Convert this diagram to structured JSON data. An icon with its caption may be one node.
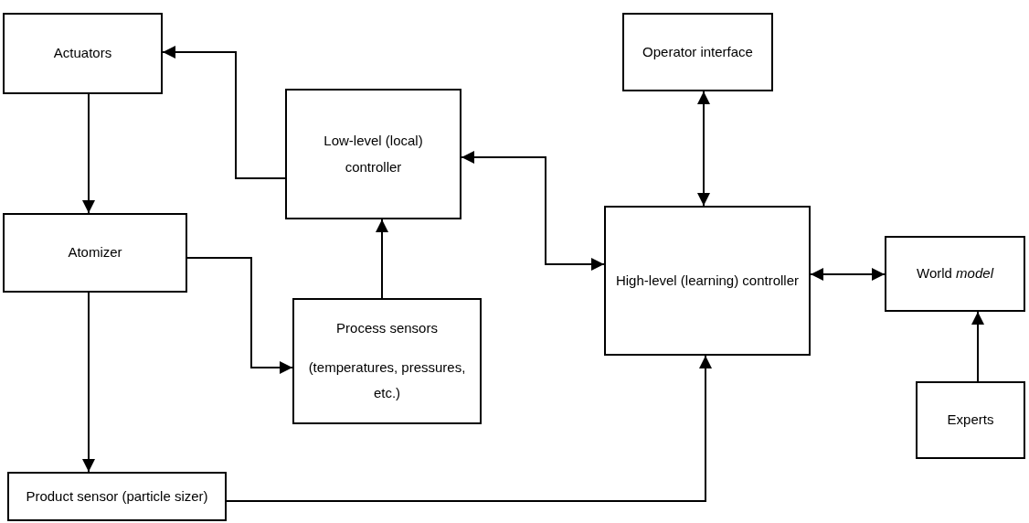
{
  "diagram": {
    "nodes": [
      {
        "text": [
          "Actuators"
        ]
      },
      {
        "text": [
          "Low-level (local) controller"
        ]
      },
      {
        "text": [
          "Operator interface"
        ]
      },
      {
        "text": [
          "Atomizer"
        ]
      },
      {
        "text": [
          "Process sensors",
          "(temperatures, pressures, etc.)"
        ]
      },
      {
        "text": [
          "High-level (learning) controller"
        ]
      },
      {
        "text": [
          "World *model*"
        ]
      },
      {
        "text": [
          "Experts"
        ]
      },
      {
        "text": [
          "Product sensor (particle sizer)"
        ]
      }
    ],
    "edges": [
      {
        "from": 1,
        "to": 0,
        "arrow": "to"
      },
      {
        "from": 0,
        "to": 3,
        "arrow": "to"
      },
      {
        "from": 3,
        "to": 4,
        "arrow": "to"
      },
      {
        "from": 4,
        "to": 1,
        "arrow": "to"
      },
      {
        "from": 1,
        "to": 5,
        "arrow": "both"
      },
      {
        "from": 2,
        "to": 5,
        "arrow": "both"
      },
      {
        "from": 5,
        "to": 6,
        "arrow": "both"
      },
      {
        "from": 7,
        "to": 6,
        "arrow": "to"
      },
      {
        "from": 3,
        "to": 8,
        "arrow": "to"
      },
      {
        "from": 8,
        "to": 5,
        "arrow": "to"
      }
    ]
  }
}
